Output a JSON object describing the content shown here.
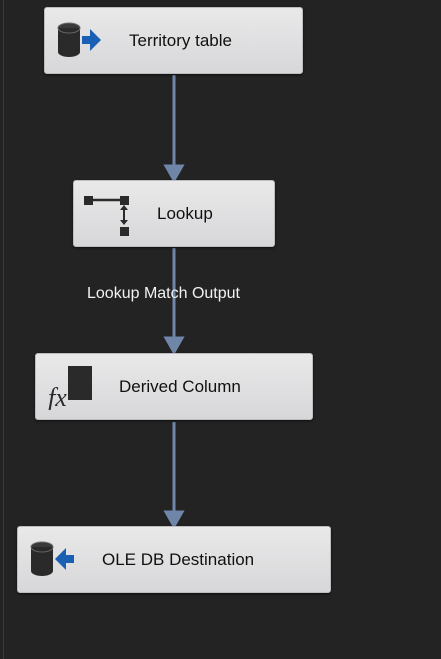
{
  "components": [
    {
      "id": "source",
      "label": "Territory table",
      "icon": "database-source-icon"
    },
    {
      "id": "lookup",
      "label": "Lookup",
      "icon": "lookup-icon"
    },
    {
      "id": "derived",
      "label": "Derived Column",
      "icon": "fx-icon"
    },
    {
      "id": "destination",
      "label": "OLE DB Destination",
      "icon": "database-destination-icon"
    }
  ],
  "paths": [
    {
      "from": "source",
      "to": "lookup",
      "label": ""
    },
    {
      "from": "lookup",
      "to": "derived",
      "label": "Lookup Match Output"
    },
    {
      "from": "derived",
      "to": "destination",
      "label": ""
    }
  ],
  "colors": {
    "background": "#232323",
    "connector": "#6f86a8",
    "box": "#dfdfe0",
    "arrow_blue": "#1a5fb4",
    "label_text": "#f2f2f2"
  }
}
